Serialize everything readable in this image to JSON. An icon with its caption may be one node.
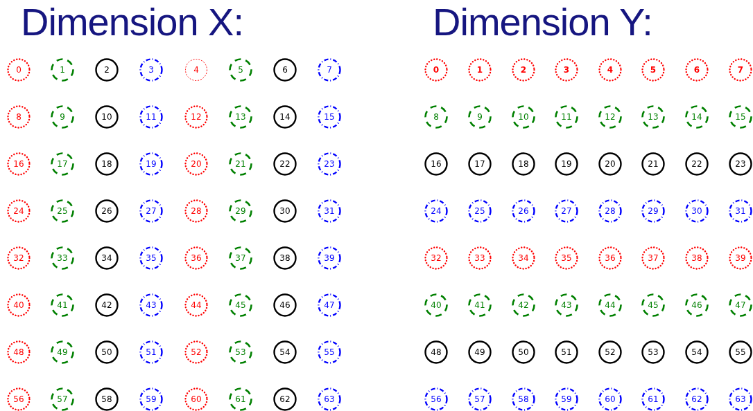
{
  "diagram": {
    "nodes": [
      {
        "text": [
          "0"
        ]
      },
      {
        "text": [
          "1"
        ]
      },
      {
        "text": [
          "2"
        ]
      },
      {
        "text": [
          "3"
        ]
      },
      {
        "text": [
          "4"
        ]
      },
      {
        "text": [
          "5"
        ]
      },
      {
        "text": [
          "6"
        ]
      },
      {
        "text": [
          "7"
        ]
      },
      {
        "text": [
          "8"
        ]
      },
      {
        "text": [
          "9"
        ]
      },
      {
        "text": [
          "10"
        ]
      },
      {
        "text": [
          "11"
        ]
      },
      {
        "text": [
          "12"
        ]
      },
      {
        "text": [
          "13"
        ]
      },
      {
        "text": [
          "14"
        ]
      },
      {
        "text": [
          "15"
        ]
      },
      {
        "text": [
          "16"
        ]
      },
      {
        "text": [
          "17"
        ]
      },
      {
        "text": [
          "18"
        ]
      },
      {
        "text": [
          "19"
        ]
      },
      {
        "text": [
          "20"
        ]
      },
      {
        "text": [
          "21"
        ]
      },
      {
        "text": [
          "22"
        ]
      },
      {
        "text": [
          "23"
        ]
      },
      {
        "text": [
          "24"
        ]
      },
      {
        "text": [
          "25"
        ]
      },
      {
        "text": [
          "26"
        ]
      },
      {
        "text": [
          "27"
        ]
      },
      {
        "text": [
          "28"
        ]
      },
      {
        "text": [
          "29"
        ]
      },
      {
        "text": [
          "30"
        ]
      },
      {
        "text": [
          "31"
        ]
      },
      {
        "text": [
          "32"
        ]
      },
      {
        "text": [
          "33"
        ]
      },
      {
        "text": [
          "34"
        ]
      },
      {
        "text": [
          "35"
        ]
      },
      {
        "text": [
          "36"
        ]
      },
      {
        "text": [
          "37"
        ]
      },
      {
        "text": [
          "38"
        ]
      },
      {
        "text": [
          "39"
        ]
      },
      {
        "text": [
          "40"
        ]
      },
      {
        "text": [
          "41"
        ]
      },
      {
        "text": [
          "42"
        ]
      },
      {
        "text": [
          "43"
        ]
      },
      {
        "text": [
          "44"
        ]
      },
      {
        "text": [
          "45"
        ]
      },
      {
        "text": [
          "46"
        ]
      },
      {
        "text": [
          "47"
        ]
      },
      {
        "text": [
          "48"
        ]
      },
      {
        "text": [
          "49"
        ]
      },
      {
        "text": [
          "50"
        ]
      },
      {
        "text": [
          "51"
        ]
      },
      {
        "text": [
          "52"
        ]
      },
      {
        "text": [
          "53"
        ]
      },
      {
        "text": [
          "54"
        ]
      },
      {
        "text": [
          "55"
        ]
      },
      {
        "text": [
          "56"
        ]
      },
      {
        "text": [
          "57"
        ]
      },
      {
        "text": [
          "58"
        ]
      },
      {
        "text": [
          "59"
        ]
      },
      {
        "text": [
          "60"
        ]
      },
      {
        "text": [
          "61"
        ]
      },
      {
        "text": [
          "62"
        ]
      },
      {
        "text": [
          "63"
        ]
      },
      {
        "text": [
          "0"
        ]
      },
      {
        "text": [
          "1"
        ]
      },
      {
        "text": [
          "2"
        ]
      },
      {
        "text": [
          "3"
        ]
      },
      {
        "text": [
          "4"
        ]
      },
      {
        "text": [
          "5"
        ]
      },
      {
        "text": [
          "6"
        ]
      },
      {
        "text": [
          "7"
        ]
      },
      {
        "text": [
          "8"
        ]
      },
      {
        "text": [
          "9"
        ]
      },
      {
        "text": [
          "10"
        ]
      },
      {
        "text": [
          "11"
        ]
      },
      {
        "text": [
          "12"
        ]
      },
      {
        "text": [
          "13"
        ]
      },
      {
        "text": [
          "14"
        ]
      },
      {
        "text": [
          "15"
        ]
      },
      {
        "text": [
          "16"
        ]
      },
      {
        "text": [
          "17"
        ]
      },
      {
        "text": [
          "18"
        ]
      },
      {
        "text": [
          "19"
        ]
      },
      {
        "text": [
          "20"
        ]
      },
      {
        "text": [
          "21"
        ]
      },
      {
        "text": [
          "22"
        ]
      },
      {
        "text": [
          "23"
        ]
      },
      {
        "text": [
          "24"
        ]
      },
      {
        "text": [
          "25"
        ]
      },
      {
        "text": [
          "26"
        ]
      },
      {
        "text": [
          "27"
        ]
      },
      {
        "text": [
          "28"
        ]
      },
      {
        "text": [
          "29"
        ]
      },
      {
        "text": [
          "30"
        ]
      },
      {
        "text": [
          "31"
        ]
      },
      {
        "text": [
          "32"
        ]
      },
      {
        "text": [
          "33"
        ]
      },
      {
        "text": [
          "34"
        ]
      },
      {
        "text": [
          "35"
        ]
      },
      {
        "text": [
          "36"
        ]
      },
      {
        "text": [
          "37"
        ]
      },
      {
        "text": [
          "38"
        ]
      },
      {
        "text": [
          "39"
        ]
      },
      {
        "text": [
          "40"
        ]
      },
      {
        "text": [
          "41"
        ]
      },
      {
        "text": [
          "42"
        ]
      },
      {
        "text": [
          "43"
        ]
      },
      {
        "text": [
          "44"
        ]
      },
      {
        "text": [
          "45"
        ]
      },
      {
        "text": [
          "46"
        ]
      },
      {
        "text": [
          "47"
        ]
      },
      {
        "text": [
          "48"
        ]
      },
      {
        "text": [
          "49"
        ]
      },
      {
        "text": [
          "50"
        ]
      },
      {
        "text": [
          "51"
        ]
      },
      {
        "text": [
          "52"
        ]
      },
      {
        "text": [
          "53"
        ]
      },
      {
        "text": [
          "54"
        ]
      },
      {
        "text": [
          "55"
        ]
      },
      {
        "text": [
          "56"
        ]
      },
      {
        "text": [
          "57"
        ]
      },
      {
        "text": [
          "58"
        ]
      },
      {
        "text": [
          "59"
        ]
      },
      {
        "text": [
          "60"
        ]
      },
      {
        "text": [
          "61"
        ]
      },
      {
        "text": [
          "62"
        ]
      },
      {
        "text": [
          "63"
        ]
      }
    ],
    "labels": [
      "Dimension X:",
      "Dimension Y:"
    ]
  }
}
